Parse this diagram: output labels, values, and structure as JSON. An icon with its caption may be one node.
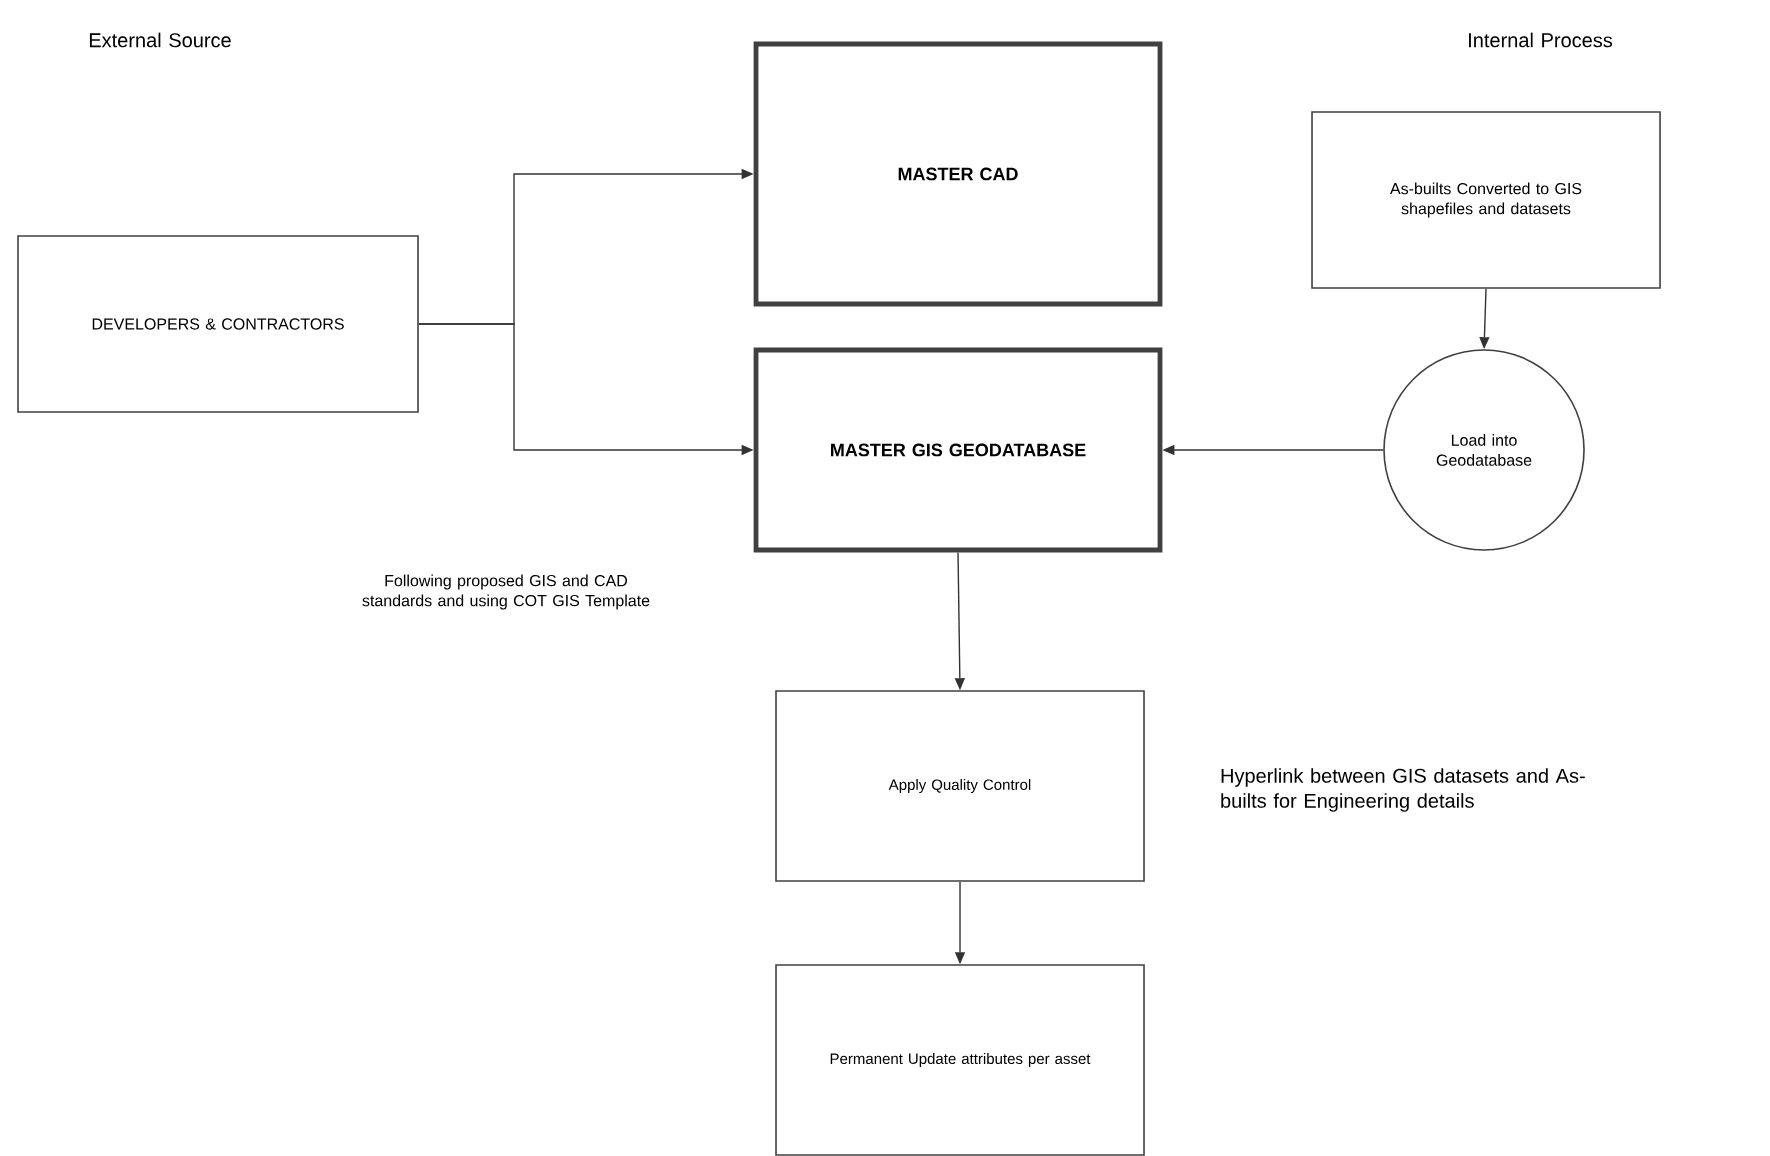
{
  "diagram": {
    "nodes": [
      {
        "text": [
          "DEVELOPERS & CONTRACTORS"
        ]
      },
      {
        "text": [
          "MASTER CAD"
        ]
      },
      {
        "text": [
          "MASTER GIS GEODATABASE"
        ]
      },
      {
        "text": [
          "As-builts Converted to GIS shapefiles and datasets"
        ]
      },
      {
        "text": [
          "Load into Geodatabase"
        ]
      },
      {
        "text": [
          "Apply Quality Control"
        ]
      },
      {
        "text": [
          "Permanent Update attributes per asset"
        ]
      }
    ],
    "edges": [
      {
        "from": 0,
        "to": 1,
        "arrow": "to"
      },
      {
        "from": 0,
        "to": 2,
        "arrow": "to"
      },
      {
        "from": 3,
        "to": 4,
        "arrow": "to"
      },
      {
        "from": 4,
        "to": 2,
        "arrow": "to"
      },
      {
        "from": 2,
        "to": 5,
        "arrow": "to"
      },
      {
        "from": 5,
        "to": 6,
        "arrow": "to"
      }
    ],
    "labels": [
      "External Source",
      "Internal Process",
      "Following proposed GIS and CAD standards and using COT GIS Template",
      "Hyperlink between GIS datasets and As-builts for Engineering details"
    ]
  }
}
